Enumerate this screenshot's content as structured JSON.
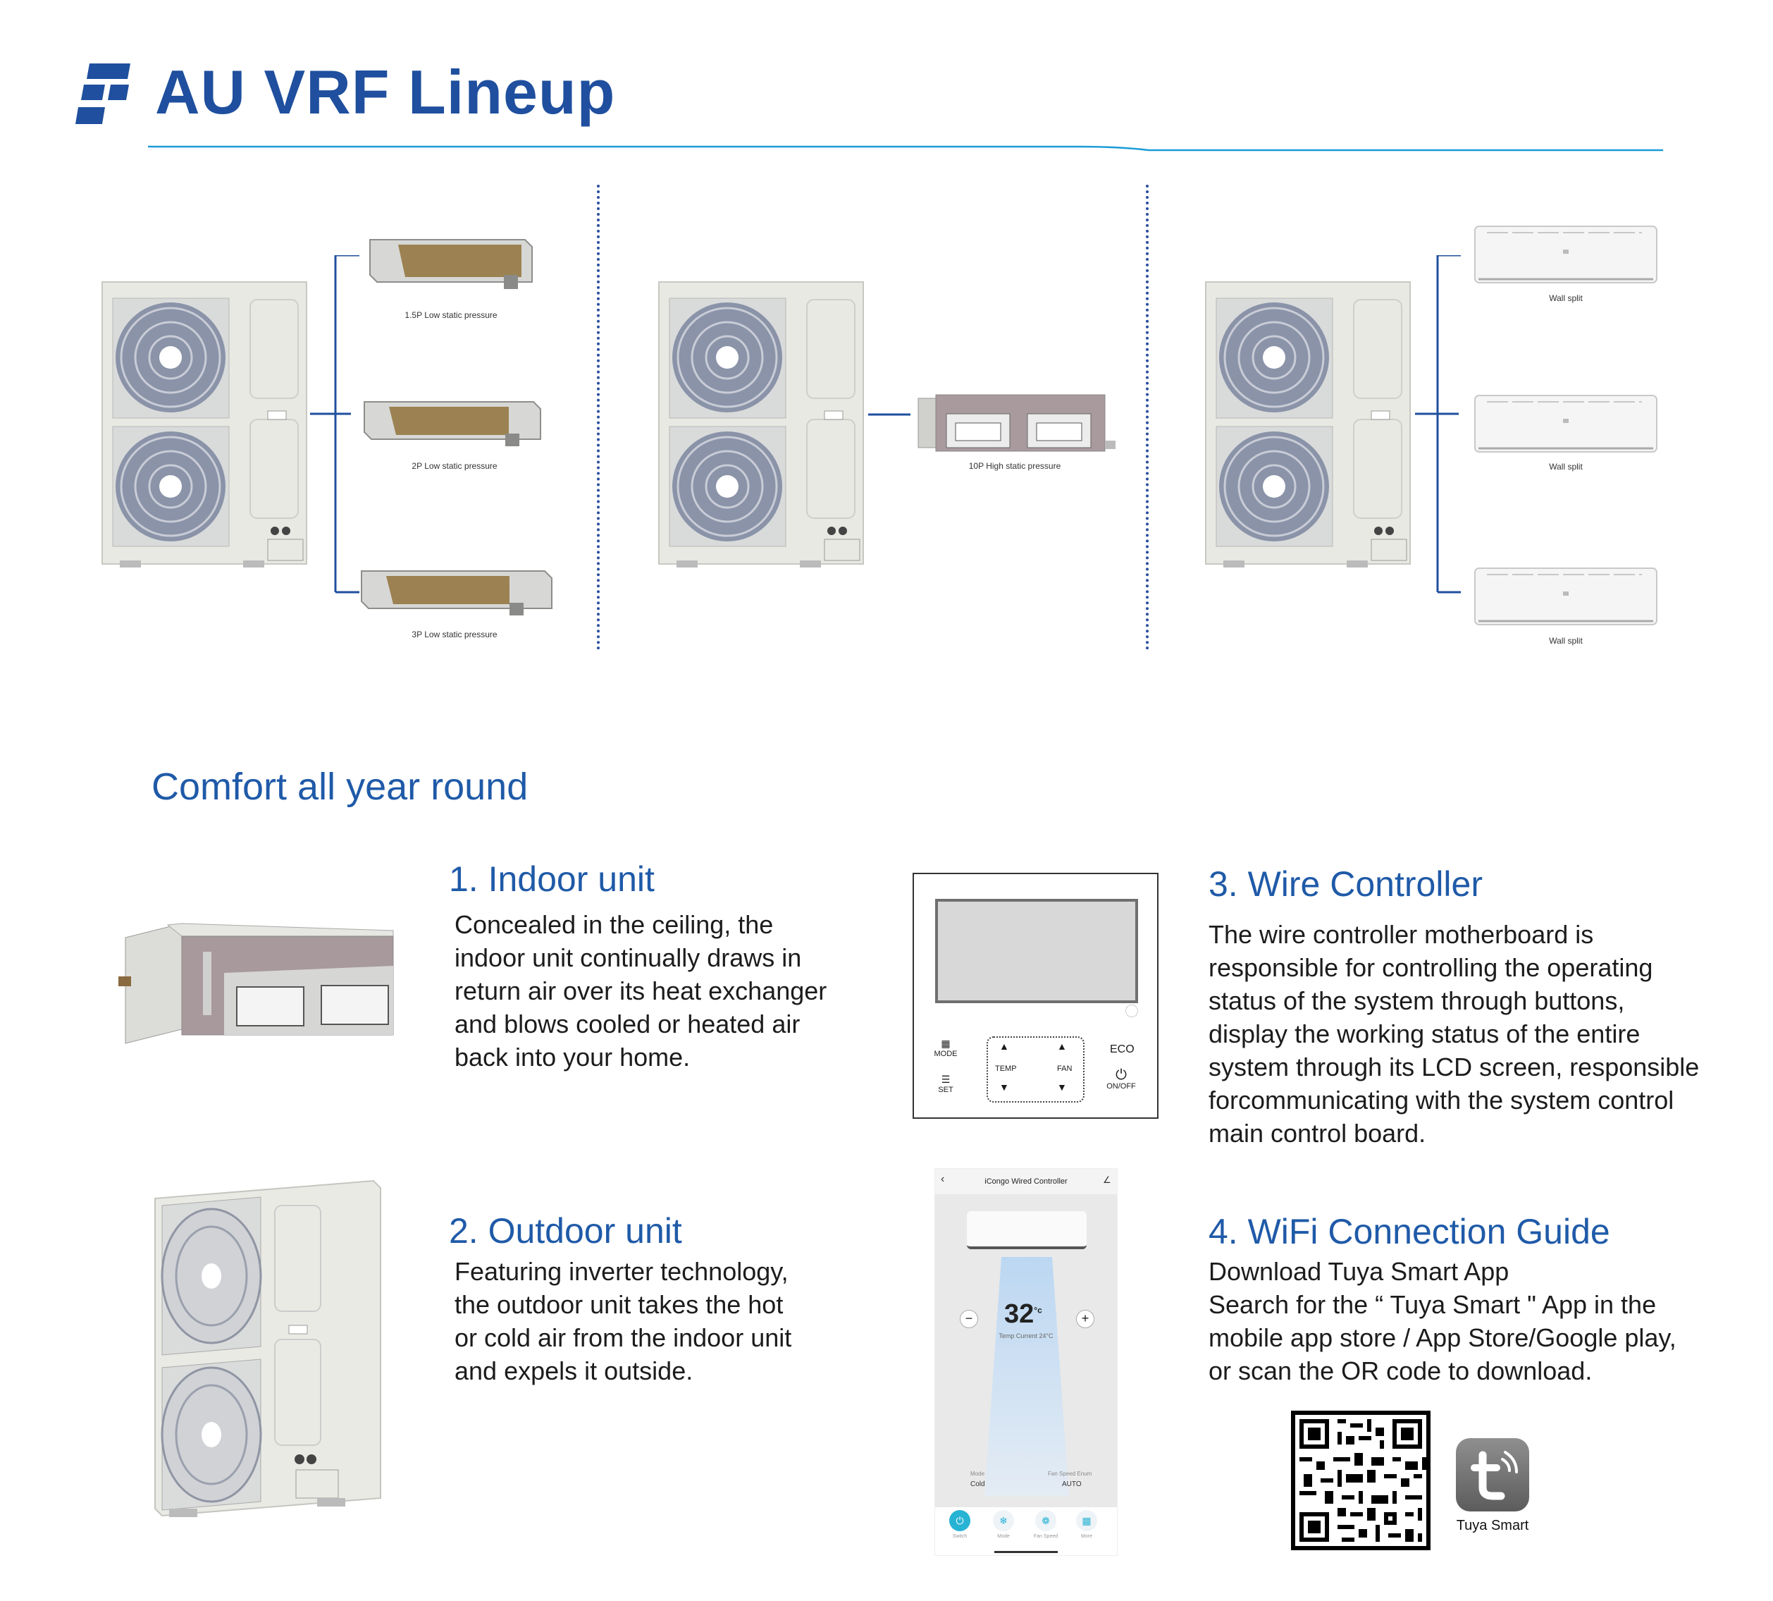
{
  "header": {
    "title": "AU VRF Lineup"
  },
  "lineup": {
    "group1": {
      "captions": [
        "1.5P Low static pressure",
        "2P Low static pressure",
        "3P Low static pressure"
      ]
    },
    "group2": {
      "captions": [
        "10P High static pressure"
      ]
    },
    "group3": {
      "captions": [
        "Wall split",
        "Wall split",
        "Wall split"
      ]
    }
  },
  "comfort": {
    "title": "Comfort all year round",
    "indoor": {
      "heading": "1. Indoor unit",
      "lines": [
        "Concealed in the ceiling, the",
        "indoor unit continually draws in",
        "return air over its heat exchanger",
        "and blows cooled or heated air",
        "back into your home."
      ]
    },
    "outdoor": {
      "heading": "2. Outdoor unit",
      "lines": [
        "Featuring inverter technology,",
        "the outdoor unit takes the hot",
        "or cold air from the indoor unit",
        "and expels it outside."
      ]
    },
    "wire": {
      "heading": "3. Wire Controller",
      "lines": [
        "The wire controller motherboard is",
        "responsible for controlling the operating",
        "status of the system through buttons,",
        "display the working status of the entire",
        "system through its LCD screen, responsible",
        "forcommunicating with the system control",
        "main control board."
      ]
    },
    "wifi": {
      "heading": "4. WiFi Connection Guide",
      "lines": [
        "Download Tuya Smart App",
        "Search for the  “ Tuya Smart \" App in the",
        "mobile app store / App Store/Google play,",
        "or scan the OR code to download."
      ]
    }
  },
  "controller": {
    "mode": "MODE",
    "set": "SET",
    "temp": "TEMP",
    "fan": "FAN",
    "eco": "ECO",
    "onoff": "ON/OFF"
  },
  "phone_app": {
    "title": "iCongo Wired Controller",
    "temperature": "32",
    "unit": "°c",
    "current": "Temp Current 24°C",
    "mode_label": "Mode",
    "mode_value": "Cold",
    "fan_label": "Fan Speed Enum",
    "fan_value": "AUTO",
    "tabs": [
      "Switch",
      "Mode",
      "Fan Speed",
      "More"
    ]
  },
  "tuya": {
    "label": "Tuya Smart"
  },
  "colors": {
    "brand_blue": "#1f4f9e",
    "heading_blue": "#1f5aa8",
    "accent_cyan": "#1a9bd7"
  }
}
